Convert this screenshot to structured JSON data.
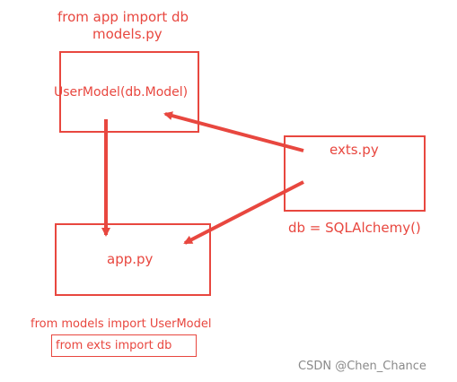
{
  "colors": {
    "accent": "#e8473f",
    "background": "#ffffff",
    "watermark": "#8a8a8a"
  },
  "models_box": {
    "header_line1": "from app import db",
    "header_line2": "models.py",
    "content": "UserModel(db.Model)"
  },
  "exts_box": {
    "title": "exts.py",
    "caption": "db = SQLAlchemy()"
  },
  "app_box": {
    "title": "app.py",
    "footer_line1": "from models import UserModel",
    "footer_line2": "from exts import db"
  },
  "watermark": "CSDN @Chen_Chance"
}
